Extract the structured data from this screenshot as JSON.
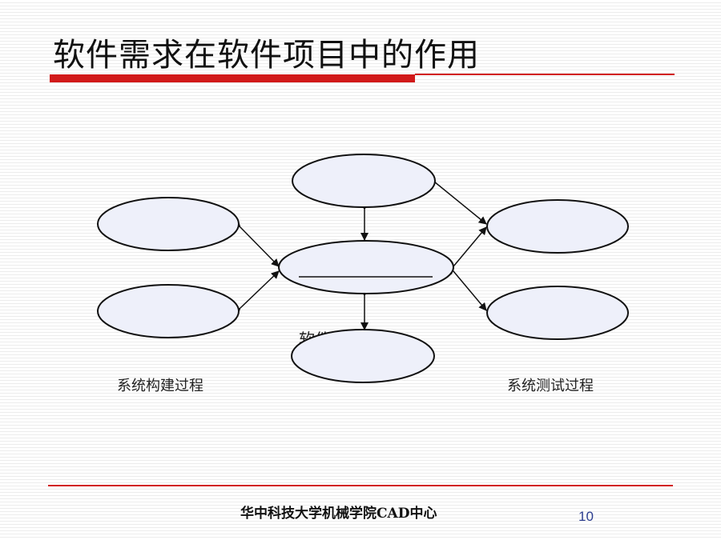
{
  "slide": {
    "title": "软件需求在软件项目中的作用",
    "page_number": "10",
    "footer": "华中科技大学机械学院CAD中心"
  },
  "diagram": {
    "center_label": "软件开发过程",
    "left_label": "系统构建过程",
    "right_label": "系统测试过程"
  },
  "colors": {
    "accent_red": "#d11a1a",
    "ellipse_fill": "#eef0fa",
    "ellipse_stroke": "#111111",
    "page_number": "#2b3d8f"
  }
}
